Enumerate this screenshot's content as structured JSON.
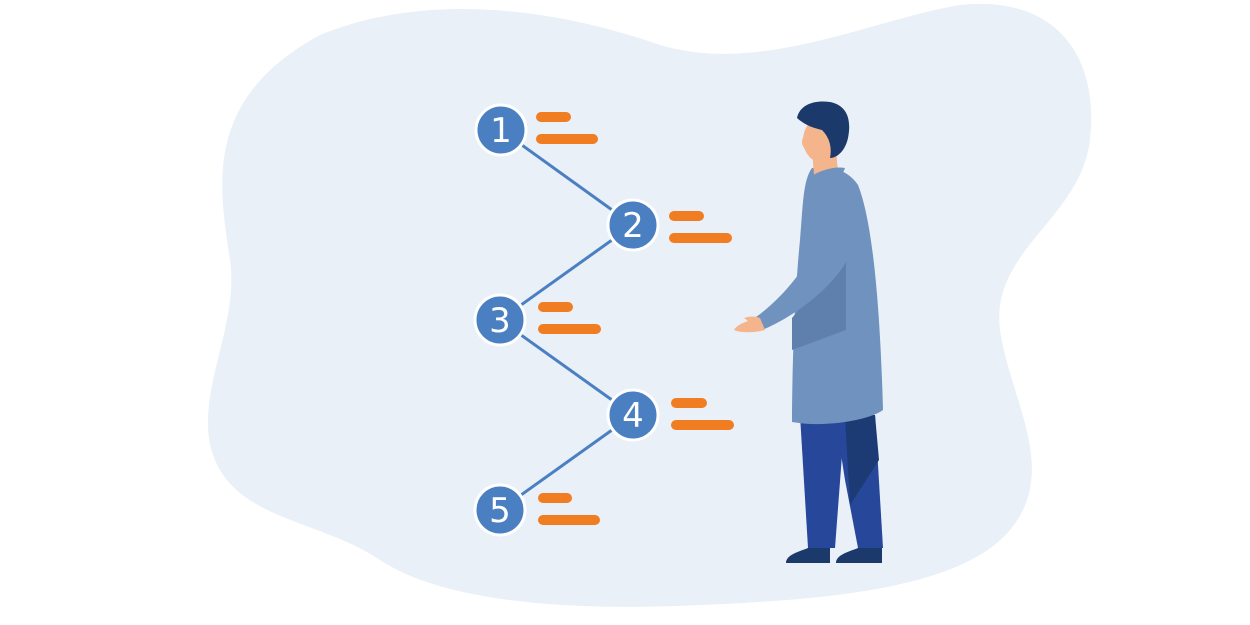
{
  "colors": {
    "background": "#ffffff",
    "blob": "#eaf0f8",
    "node_fill": "#4a7fc1",
    "node_stroke": "#ffffff",
    "connector": "#4a7fc1",
    "text_bar": "#f07d22",
    "coat": "#6f92bf",
    "coat_shadow": "#5f80ad",
    "pants": "#27479a",
    "pants_shadow": "#1c3a74",
    "hair": "#1b3a6b",
    "skin": "#f4b48c"
  },
  "steps": [
    {
      "label": "1"
    },
    {
      "label": "2"
    },
    {
      "label": "3"
    },
    {
      "label": "4"
    },
    {
      "label": "5"
    }
  ]
}
